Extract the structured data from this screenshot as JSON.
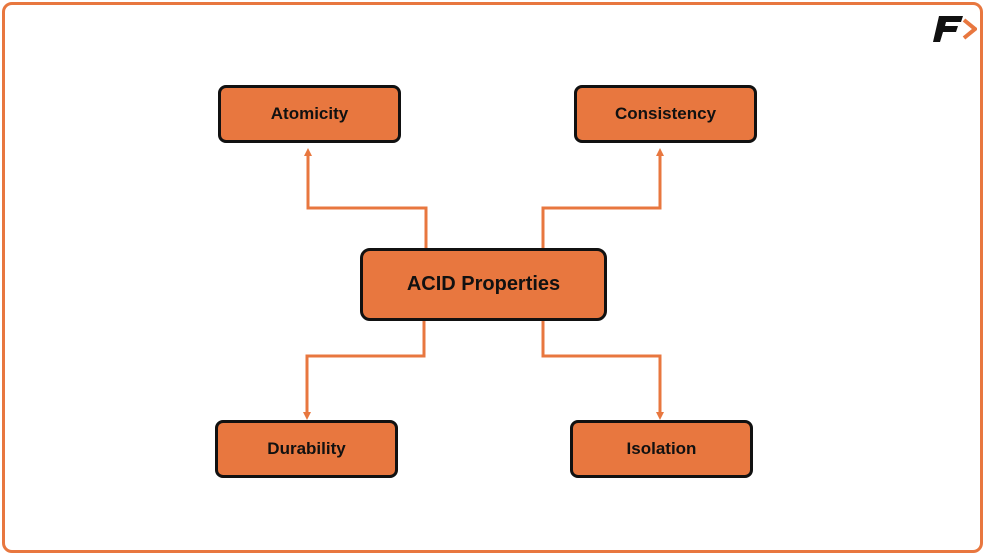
{
  "diagram": {
    "center": {
      "label": "ACID Properties"
    },
    "nodes": [
      {
        "id": "atomicity",
        "label": "Atomicity"
      },
      {
        "id": "consistency",
        "label": "Consistency"
      },
      {
        "id": "durability",
        "label": "Durability"
      },
      {
        "id": "isolation",
        "label": "Isolation"
      }
    ],
    "edges": [
      {
        "from": "center",
        "to": "atomicity"
      },
      {
        "from": "center",
        "to": "consistency"
      },
      {
        "from": "center",
        "to": "durability"
      },
      {
        "from": "center",
        "to": "isolation"
      }
    ]
  },
  "colors": {
    "accent": "#e8773f",
    "node_border": "#111111",
    "text": "#111111"
  },
  "logo": {
    "icon": "brand-f-arrow-icon"
  }
}
